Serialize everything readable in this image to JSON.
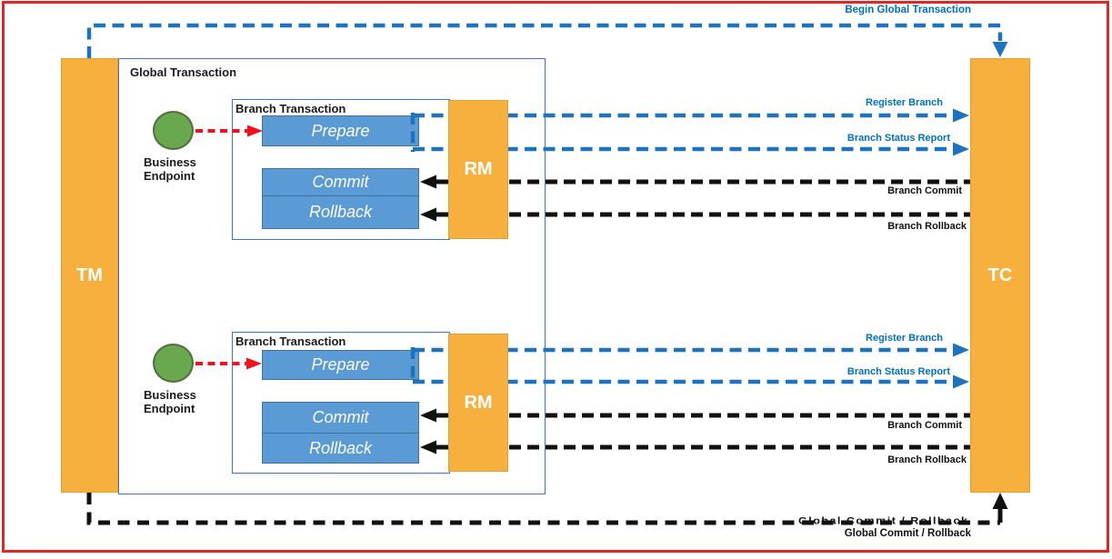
{
  "diagram": {
    "tm": "TM",
    "tc": "TC",
    "global_box": "Global Transaction",
    "begin_message": "Begin Global Transaction",
    "global_commit_message": "Global Commit / Rollback",
    "overlap_artifact": "Global Commit / Rollback",
    "branches": [
      {
        "box": "Branch Transaction",
        "endpoint_line1": "Business",
        "endpoint_line2": "Endpoint",
        "prepare": "Prepare",
        "commit": "Commit",
        "rollback": "Rollback",
        "rm": "RM",
        "register": "Register Branch",
        "status": "Branch Status Report",
        "branch_commit": "Branch Commit",
        "branch_rollback": "Branch Rollback"
      },
      {
        "box": "Branch Transaction",
        "endpoint_line1": "Business",
        "endpoint_line2": "Endpoint",
        "prepare": "Prepare",
        "commit": "Commit",
        "rollback": "Rollback",
        "rm": "RM",
        "register": "Register Branch",
        "status": "Branch Status Report",
        "branch_commit": "Branch Commit",
        "branch_rollback": "Branch Rollback"
      }
    ]
  },
  "colors": {
    "orange_bar": "#f7b03e",
    "blue_box_fill": "#5b9bd5",
    "blue_box_border": "#41719c",
    "green_endpoint": "#6aa84f",
    "blue_line": "#1e73be",
    "blue_label_text": "#0070c0",
    "black_line": "#111111",
    "red_arrow": "#f2111c",
    "frame_red": "#e12723",
    "container_border": "#4472c4"
  }
}
